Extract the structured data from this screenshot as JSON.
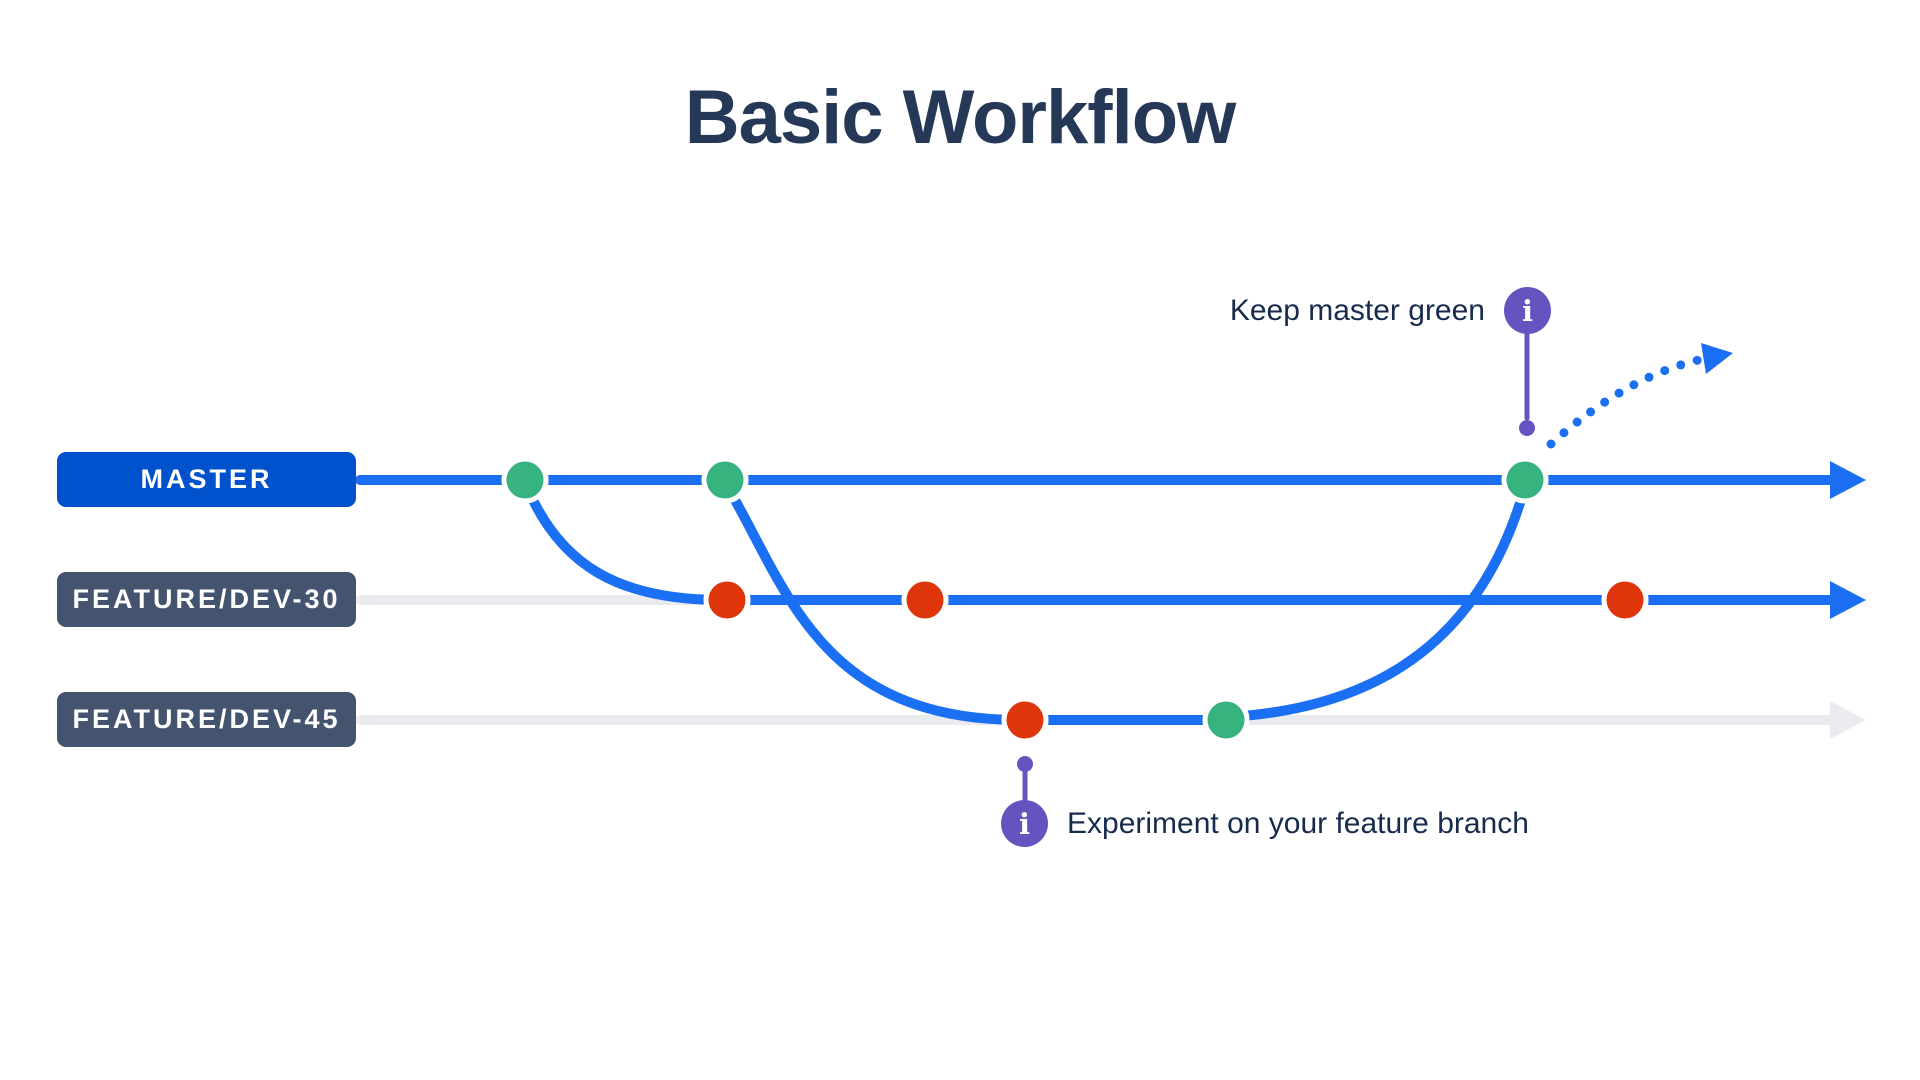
{
  "title": "Basic Workflow",
  "diagram_type": "git-branch-graph",
  "colors": {
    "background": "#FFFFFF",
    "title_text": "#253858",
    "annotation_text": "#172B4D",
    "master_pill": "#0052CC",
    "feature_pill": "#44546F",
    "line_blue": "#1B6FF2",
    "line_gray": "#E9EBEE",
    "commit_green": "#36B37E",
    "commit_red": "#DE350B",
    "info_purple": "#6554C0"
  },
  "branches": [
    {
      "id": "master",
      "label": "MASTER"
    },
    {
      "id": "feature-dev-30",
      "label": "FEATURE/DEV-30"
    },
    {
      "id": "feature-dev-45",
      "label": "FEATURE/DEV-45"
    }
  ],
  "commits": [
    {
      "branch": "master",
      "order": 1,
      "state": "green",
      "color": "#36B37E"
    },
    {
      "branch": "master",
      "order": 2,
      "state": "green",
      "color": "#36B37E"
    },
    {
      "branch": "master",
      "order": 3,
      "state": "green",
      "color": "#36B37E",
      "note": "merge commit"
    },
    {
      "branch": "feature-dev-30",
      "order": 1,
      "state": "red",
      "color": "#DE350B"
    },
    {
      "branch": "feature-dev-30",
      "order": 2,
      "state": "red",
      "color": "#DE350B"
    },
    {
      "branch": "feature-dev-30",
      "order": 3,
      "state": "red",
      "color": "#DE350B"
    },
    {
      "branch": "feature-dev-45",
      "order": 1,
      "state": "red",
      "color": "#DE350B"
    },
    {
      "branch": "feature-dev-45",
      "order": 2,
      "state": "green",
      "color": "#36B37E"
    }
  ],
  "annotations": [
    {
      "id": "keep-master-green",
      "text": "Keep master green",
      "icon": "info-icon",
      "icon_glyph": "i"
    },
    {
      "id": "experiment-feature-branch",
      "text": "Experiment on your feature branch",
      "icon": "info-icon",
      "icon_glyph": "i"
    }
  ]
}
